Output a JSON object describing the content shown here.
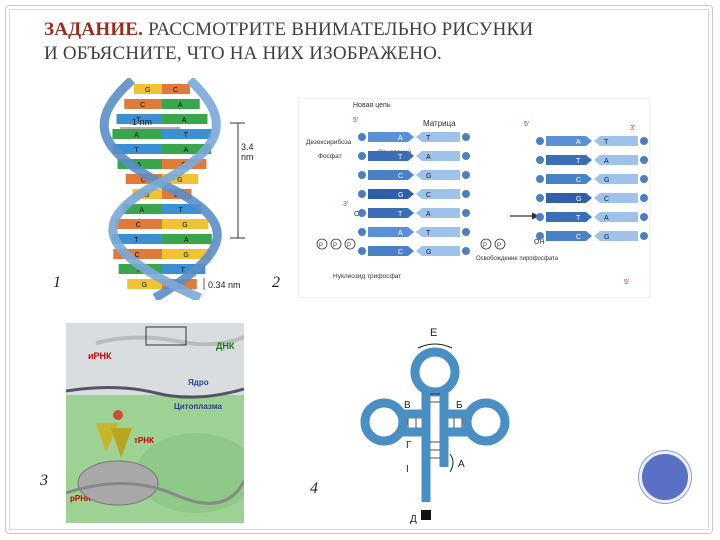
{
  "title": {
    "lead": "ЗАДАНИЕ.",
    "line1_rest": " РАССМОТРИТЕ ВНИМАТЕЛЬНО РИСУНКИ",
    "line2": "И ОБЪЯСНИТЕ, ЧТО НА НИХ ИЗОБРАЖЕНО."
  },
  "figure_numbers": [
    "1",
    "2",
    "3",
    "4"
  ],
  "fig1": {
    "bases": [
      {
        "l": "G",
        "r": "C"
      },
      {
        "l": "C",
        "r": "A"
      },
      {
        "l": "T",
        "r": "A"
      },
      {
        "l": "A",
        "r": "T"
      },
      {
        "l": "T",
        "r": "A"
      },
      {
        "l": "A",
        "r": "C"
      },
      {
        "l": "C",
        "r": "G"
      },
      {
        "l": "G",
        "r": "C"
      },
      {
        "l": "A",
        "r": "T"
      },
      {
        "l": "C",
        "r": "G"
      },
      {
        "l": "T",
        "r": "A"
      },
      {
        "l": "C",
        "r": "G"
      },
      {
        "l": "A",
        "r": "T"
      },
      {
        "l": "G",
        "r": "C"
      }
    ],
    "nm1": "1 nm",
    "pitch": "3.4",
    "pitch_unit": "nm",
    "rise": "0.34 nm",
    "colors": {
      "A": "#3aa64c",
      "T": "#3c8fd0",
      "G": "#f1c232",
      "C": "#e07a3a",
      "backbone": "#5a8ec7"
    }
  },
  "fig2": {
    "new_chain": "Новая цепь",
    "matrix": "Матрица",
    "deoxyribose": "Дезоксирибоза",
    "base": "Основание",
    "phosphate": "Фосфат",
    "nucleotide_triphosphate": "Нуклеозид трифосфат",
    "release": "Освобождение пирофосфата",
    "p5": "5'",
    "p3": "3'",
    "oh": "OH",
    "pairs_left": [
      {
        "l": "A",
        "r": "T"
      },
      {
        "l": "T",
        "r": "A"
      },
      {
        "l": "C",
        "r": "G"
      },
      {
        "l": "G",
        "r": "C"
      },
      {
        "l": "T",
        "r": "A"
      },
      {
        "l": "A",
        "r": "T"
      },
      {
        "l": "C",
        "r": "G"
      }
    ],
    "pairs_right": [
      {
        "l": "A",
        "r": "T"
      },
      {
        "l": "T",
        "r": "A"
      },
      {
        "l": "C",
        "r": "G"
      },
      {
        "l": "G",
        "r": "C"
      },
      {
        "l": "T",
        "r": "A"
      },
      {
        "l": "C",
        "r": "G"
      }
    ],
    "pp": "P"
  },
  "fig3": {
    "irnk": "иРНК",
    "dnk": "ДНК",
    "nucleus": "Ядро",
    "cytoplasm": "Цитоплазма",
    "trnk": "тРНК",
    "rrnk": "рРНК"
  },
  "fig4": {
    "E": "Е",
    "V": "В",
    "B": "Б",
    "G": "Г",
    "A": "А",
    "I": "I",
    "D": "Д",
    "color": "#4a8fc4"
  }
}
